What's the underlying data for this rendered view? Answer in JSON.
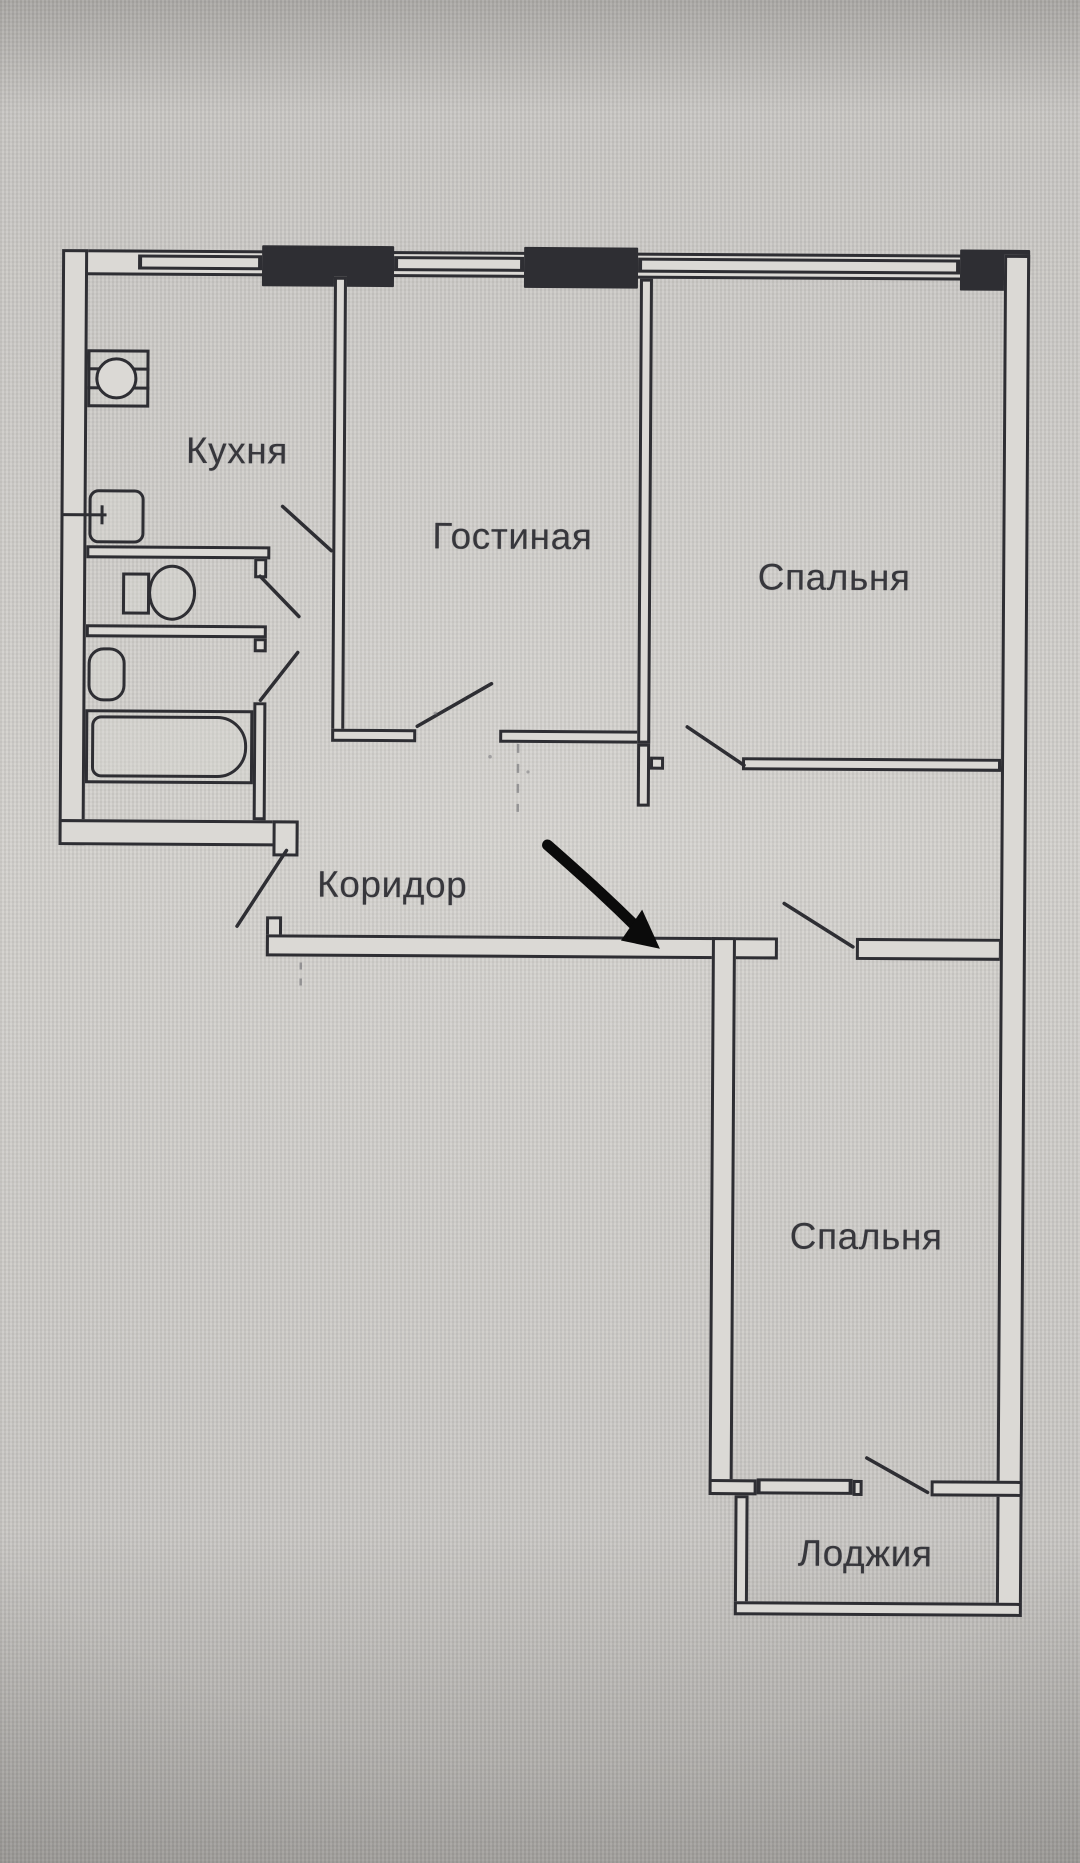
{
  "floor_plan": {
    "title": "apartment-floor-plan",
    "rooms": [
      {
        "id": "kitchen",
        "label": "Кухня"
      },
      {
        "id": "living_room",
        "label": "Гостиная"
      },
      {
        "id": "bedroom_top",
        "label": "Спальня"
      },
      {
        "id": "corridor",
        "label": "Коридор"
      },
      {
        "id": "bedroom_bottom",
        "label": "Спальня"
      },
      {
        "id": "loggia",
        "label": "Лоджия"
      }
    ],
    "fixtures": [
      {
        "id": "stove",
        "name": "stove-symbol"
      },
      {
        "id": "kitchen_sink",
        "name": "kitchen-sink-symbol"
      },
      {
        "id": "toilet",
        "name": "toilet-symbol"
      },
      {
        "id": "washbasin",
        "name": "washbasin-symbol"
      },
      {
        "id": "bathtub",
        "name": "bathtub-symbol"
      }
    ],
    "windows_count": 4,
    "doors_count": 8,
    "annotation": {
      "type": "hand-drawn-arrow",
      "color": "#0b0b0b"
    },
    "colors": {
      "photo_background": "#c9c7c4",
      "wall_line": "#2e2e33",
      "wall_fill": "#dbd9d5",
      "label_text": "#37373c"
    }
  }
}
